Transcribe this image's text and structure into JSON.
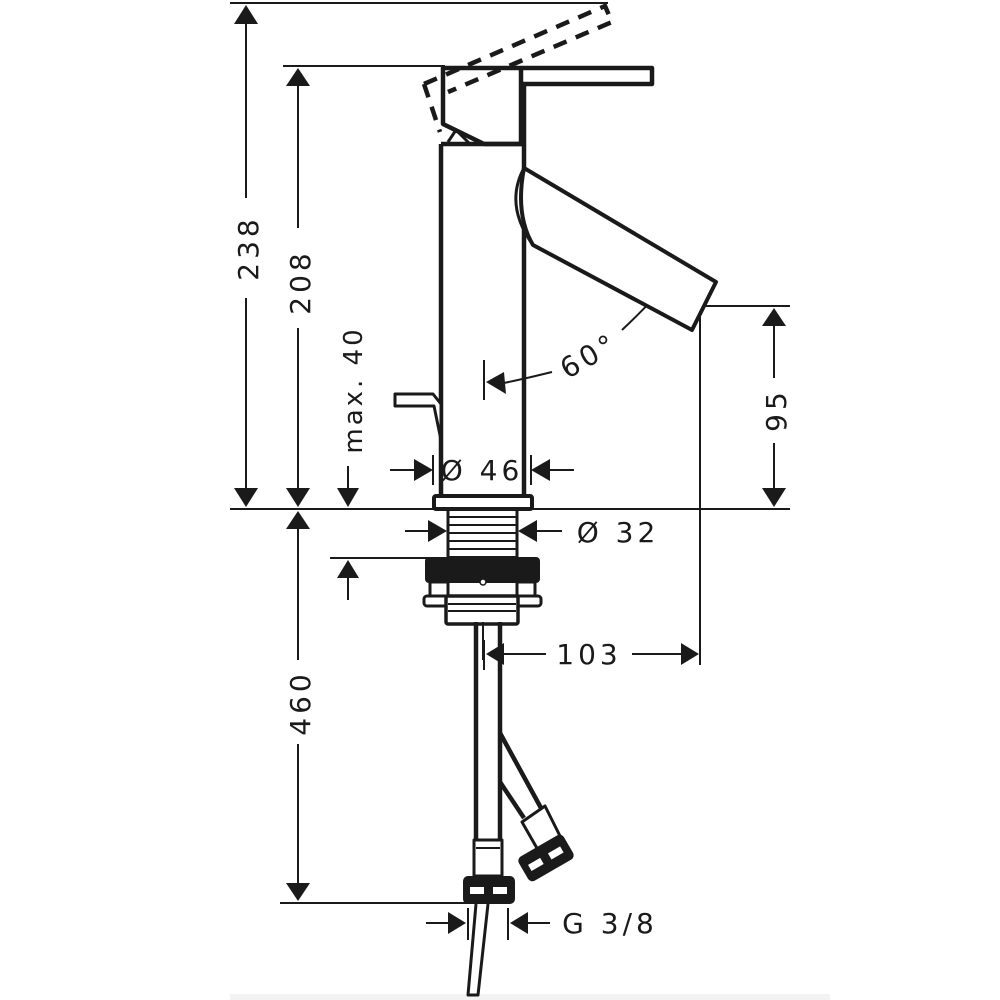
{
  "drawing": {
    "subject": "single-lever basin mixer faucet with pull-rod waste and supply hoses",
    "line_color": "#1a1a1a",
    "background": "#ffffff"
  },
  "dimensions": {
    "overall_height_lever_open": "238",
    "body_height": "208",
    "max_countertop_thickness": "max. 40",
    "spout_outlet_height": "95",
    "spout_rotation_angle": "60°",
    "body_diameter": "Ø 46",
    "shank_diameter": "Ø 32",
    "spout_projection": "103",
    "hose_length": "460",
    "connection_thread": "G 3/8"
  }
}
